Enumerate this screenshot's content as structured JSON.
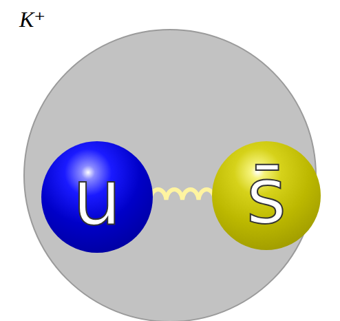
{
  "diagram": {
    "nodes": [
      {
        "text": [
          "K⁺"
        ]
      },
      {
        "text": [
          "u"
        ],
        "in": 0
      },
      {
        "text": [
          "s̄"
        ],
        "in": 0
      }
    ],
    "edges": [
      {
        "from": 1,
        "to": 2,
        "arrow": "none"
      }
    ]
  }
}
